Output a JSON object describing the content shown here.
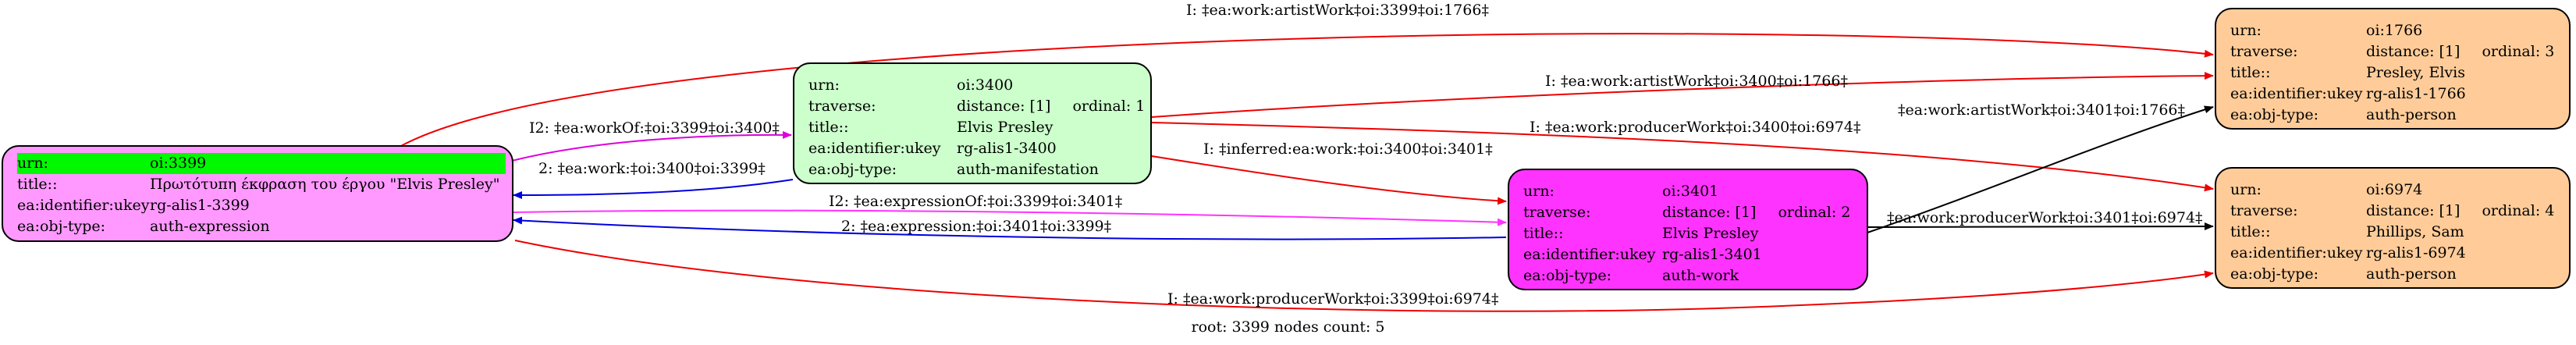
{
  "nodes": {
    "n3399": {
      "fill": "#ff99ff",
      "highlight": "#00f900",
      "urn_key": "urn:",
      "urn": "oi:3399",
      "title_key": "title::",
      "title": "Πρωτότυπη έκφραση του έργου \"Elvis Presley\"",
      "ukey_key": "ea:identifier:ukey",
      "ukey": "rg-alis1-3399",
      "type_key": "ea:obj-type:",
      "type": "auth-expression"
    },
    "n3400": {
      "fill": "#ccffcc",
      "urn_key": "urn:",
      "urn": "oi:3400",
      "trav_key": "traverse:",
      "distance": "distance: [1]",
      "ordinal": "ordinal: 1",
      "title_key": "title::",
      "title": "Elvis Presley",
      "ukey_key": "ea:identifier:ukey",
      "ukey": "rg-alis1-3400",
      "type_key": "ea:obj-type:",
      "type": "auth-manifestation"
    },
    "n3401": {
      "fill": "#ff33ff",
      "urn_key": "urn:",
      "urn": "oi:3401",
      "trav_key": "traverse:",
      "distance": "distance: [1]",
      "ordinal": "ordinal: 2",
      "title_key": "title::",
      "title": "Elvis Presley",
      "ukey_key": "ea:identifier:ukey",
      "ukey": "rg-alis1-3401",
      "type_key": "ea:obj-type:",
      "type": "auth-work"
    },
    "n1766": {
      "fill": "#ffcc99",
      "urn_key": "urn:",
      "urn": "oi:1766",
      "trav_key": "traverse:",
      "distance": "distance: [1]",
      "ordinal": "ordinal: 3",
      "title_key": "title::",
      "title": "Presley, Elvis",
      "ukey_key": "ea:identifier:ukey",
      "ukey": "rg-alis1-1766",
      "type_key": "ea:obj-type:",
      "type": "auth-person"
    },
    "n6974": {
      "fill": "#ffcc99",
      "urn_key": "urn:",
      "urn": "oi:6974",
      "trav_key": "traverse:",
      "distance": "distance: [1]",
      "ordinal": "ordinal: 4",
      "title_key": "title::",
      "title": "Phillips, Sam",
      "ukey_key": "ea:identifier:ukey",
      "ukey": "rg-alis1-6974",
      "type_key": "ea:obj-type:",
      "type": "auth-person"
    }
  },
  "edges": [
    {
      "id": "e1",
      "label": "I: ‡ea:work:artistWork‡oi:3399‡oi:1766‡",
      "color": "#ee0000"
    },
    {
      "id": "e2",
      "label": "I2: ‡ea:workOf:‡oi:3399‡oi:3400‡",
      "color": "#dd00dd"
    },
    {
      "id": "e3",
      "label": "2: ‡ea:work:‡oi:3400‡oi:3399‡",
      "color": "#0000dd"
    },
    {
      "id": "e4",
      "label": "I: ‡ea:work:artistWork‡oi:3400‡oi:1766‡",
      "color": "#ee0000"
    },
    {
      "id": "e5",
      "label": "I: ‡ea:work:producerWork‡oi:3400‡oi:6974‡",
      "color": "#ee0000"
    },
    {
      "id": "e6",
      "label": "I: ‡inferred:ea:work:‡oi:3400‡oi:3401‡",
      "color": "#ee0000"
    },
    {
      "id": "e7",
      "label": "I2: ‡ea:expressionOf:‡oi:3399‡oi:3401‡",
      "color": "#ff33ff"
    },
    {
      "id": "e8",
      "label": "2: ‡ea:expression:‡oi:3401‡oi:3399‡",
      "color": "#0000dd"
    },
    {
      "id": "e9",
      "label": "‡ea:work:artistWork‡oi:3401‡oi:1766‡",
      "color": "#000000"
    },
    {
      "id": "e10",
      "label": "‡ea:work:producerWork‡oi:3401‡oi:6974‡",
      "color": "#000000"
    },
    {
      "id": "e11",
      "label": "I: ‡ea:work:producerWork‡oi:3399‡oi:6974‡",
      "color": "#ee0000"
    }
  ],
  "footer": "root: 3399 nodes count: 5"
}
